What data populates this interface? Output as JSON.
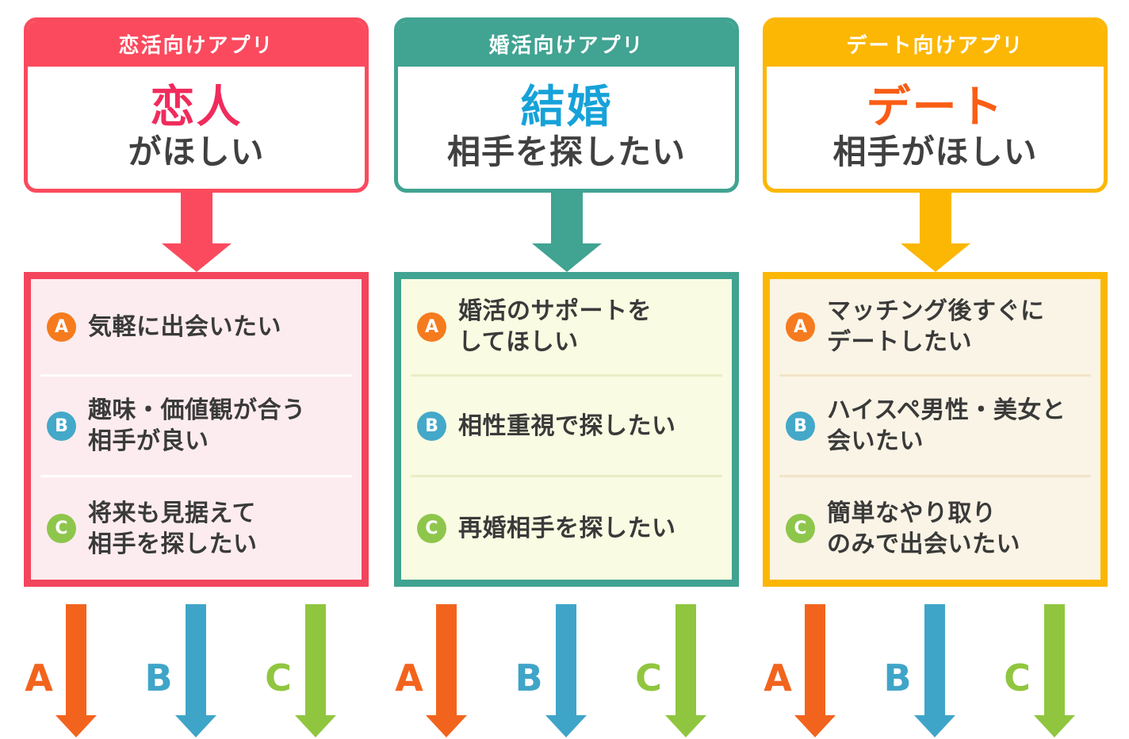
{
  "figure": {
    "type": "comparison-flowchart",
    "background": "#ffffff",
    "text_dark": "#3a3a3a"
  },
  "columns": [
    {
      "header_label": "恋活向けアプリ",
      "title": "恋人",
      "subtitle": "がほしい",
      "colors": {
        "accent": "#fb4a5e",
        "title": "#f02c5c",
        "list_border": "#f3455c",
        "list_bg": "#fdecef",
        "divider": "#ffffff"
      },
      "items": [
        {
          "letter": "A",
          "lines": [
            "気軽に出会いたい"
          ]
        },
        {
          "letter": "B",
          "lines": [
            "趣味・価値観が合う",
            "相手が良い"
          ]
        },
        {
          "letter": "C",
          "lines": [
            "将来も見据えて",
            "相手を探したい"
          ]
        }
      ]
    },
    {
      "header_label": "婚活向けアプリ",
      "title": "結婚",
      "subtitle": "相手を探したい",
      "colors": {
        "accent": "#41a392",
        "title": "#16a2d9",
        "list_border": "#41a392",
        "list_bg": "#f9fbe2",
        "divider": "#e9edc6"
      },
      "items": [
        {
          "letter": "A",
          "lines": [
            "婚活のサポートを",
            "してほしい"
          ]
        },
        {
          "letter": "B",
          "lines": [
            "相性重視で探したい"
          ]
        },
        {
          "letter": "C",
          "lines": [
            "再婚相手を探したい"
          ]
        }
      ]
    },
    {
      "header_label": "デート向けアプリ",
      "title": "デート",
      "subtitle": "相手がほしい",
      "colors": {
        "accent": "#fcb705",
        "title": "#f95d15",
        "list_border": "#fcb705",
        "list_bg": "#faf4e6",
        "divider": "#f2e4c8"
      },
      "items": [
        {
          "letter": "A",
          "lines": [
            "マッチング後すぐに",
            "デートしたい"
          ]
        },
        {
          "letter": "B",
          "lines": [
            "ハイスペ男性・美女と",
            "会いたい"
          ]
        },
        {
          "letter": "C",
          "lines": [
            "簡単なやり取り",
            "のみで出会いたい"
          ]
        }
      ]
    }
  ],
  "badge_colors": {
    "A": "#f57b1e",
    "B": "#44a8c9",
    "C": "#8ec64c"
  },
  "bottom": {
    "letters": [
      "A",
      "B",
      "C"
    ],
    "colors": {
      "A": "#f2641e",
      "B": "#3fa5c8",
      "C": "#90c63f"
    }
  }
}
